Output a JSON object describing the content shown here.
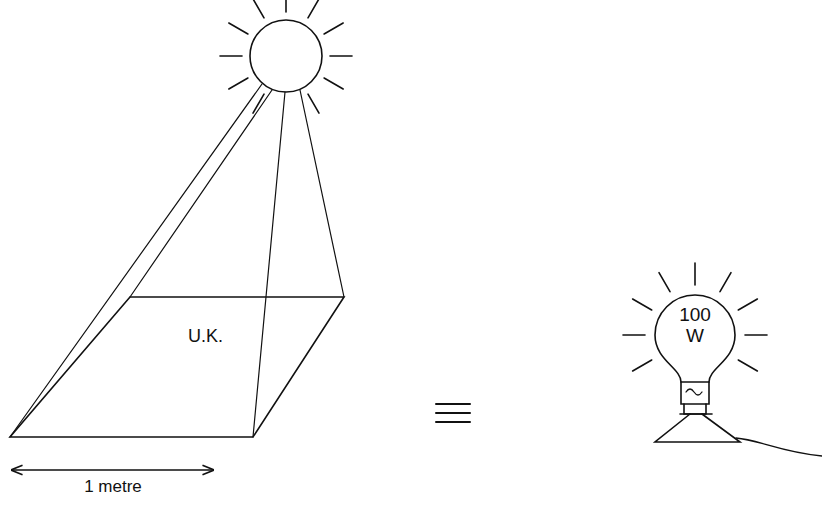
{
  "diagram": {
    "nodes": [
      {
        "text": [
          "U.K."
        ]
      },
      {
        "text": [
          "100 W"
        ]
      }
    ],
    "labels": [
      "1 metre"
    ]
  }
}
